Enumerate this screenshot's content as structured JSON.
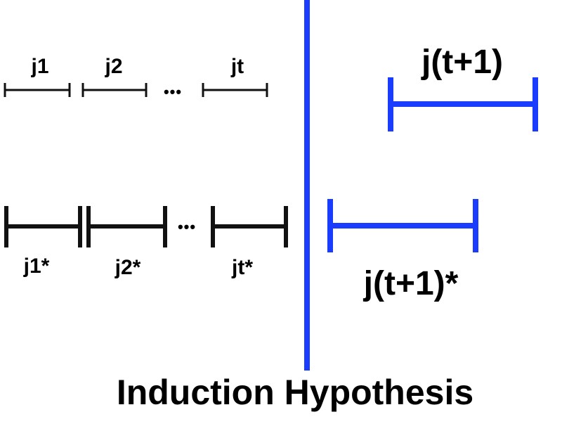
{
  "colors": {
    "black": "#111111",
    "blue": "#1a3cff",
    "background": "#ffffff"
  },
  "top_row": {
    "labels": [
      "j1",
      "j2",
      "jt"
    ],
    "ellipsis": "•••"
  },
  "bottom_row": {
    "labels": [
      "j1*",
      "j2*",
      "jt*"
    ],
    "ellipsis": "•••"
  },
  "blue_top_label": "j(t+1)",
  "blue_bottom_label": "j(t+1)*",
  "caption": "Induction Hypothesis"
}
